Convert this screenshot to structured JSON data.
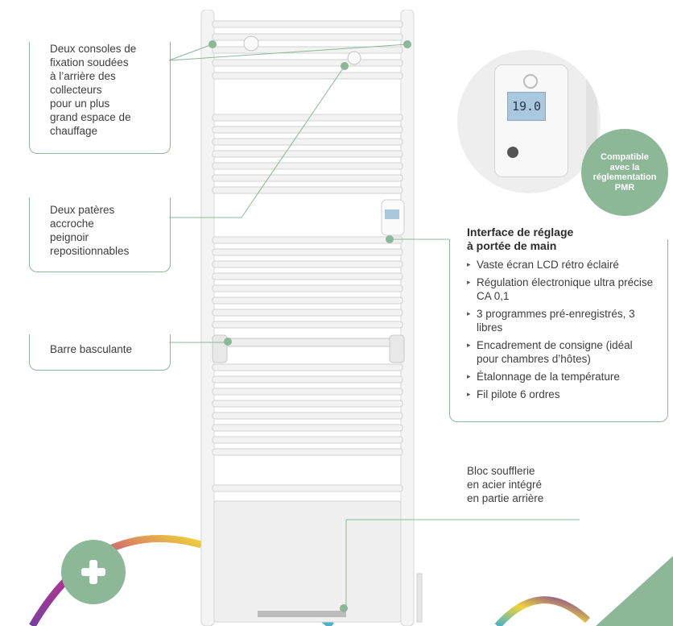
{
  "callouts": {
    "consoles": "Deux consoles de\nfixation soudées\nà l’arrière des\ncollecteurs\npour un plus\ngrand espace de\nchauffage",
    "pateres": "Deux patères\naccroche\npeignoir\nrepositionnables",
    "barre": "Barre basculante",
    "bloc": "Bloc soufflerie\nen acier intégré\nen partie arrière"
  },
  "display": {
    "temperature": "19.0"
  },
  "badge": {
    "text": "Compatible\navec la\nréglementation\nPMR"
  },
  "panel": {
    "title": "Interface de réglage\nà portée de main",
    "features": [
      "Vaste écran LCD rétro éclairé",
      "Régulation électronique ultra précise CA 0,1",
      "3 programmes pré-enregistrés, 3 libres",
      "Encadrement de consigne (idéal pour chambres d’hôtes)",
      "Étalonnage de la température",
      "Fil pilote 6 ordres"
    ]
  },
  "icons": [
    "plus-icon",
    "power-icon",
    "bullet-arrow-icon"
  ],
  "colors": {
    "accent": "#8cb898",
    "arc_purple": "#7b3fa0",
    "arc_yellow": "#f0d43a",
    "arc_teal": "#47b3c9"
  }
}
